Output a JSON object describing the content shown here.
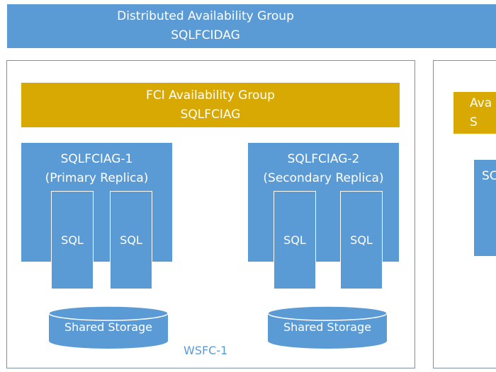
{
  "distributed_ag": {
    "title": "Distributed Availability Group",
    "name": "SQLFCIDAG"
  },
  "clusters": [
    {
      "label": "WSFC-1",
      "fci_ag": {
        "title": "FCI Availability Group",
        "name": "SQLFCIAG"
      },
      "replicas": [
        {
          "name": "SQLFCIAG-1",
          "role": "(Primary Replica)",
          "nodes": [
            "SQL",
            "SQL"
          ],
          "storage": "Shared Storage"
        },
        {
          "name": "SQLFCIAG-2",
          "role": "(Secondary Replica)",
          "nodes": [
            "SQL",
            "SQL"
          ],
          "storage": "Shared Storage"
        }
      ]
    },
    {
      "fci_ag": {
        "title_partial": "Ava",
        "name_partial": "S"
      },
      "replica_partial": "SC"
    }
  ],
  "colors": {
    "blue": "#5b9bd5",
    "gold": "#d8a903",
    "frame": "#7f8fa6",
    "text_on_fill": "#ffffff"
  }
}
